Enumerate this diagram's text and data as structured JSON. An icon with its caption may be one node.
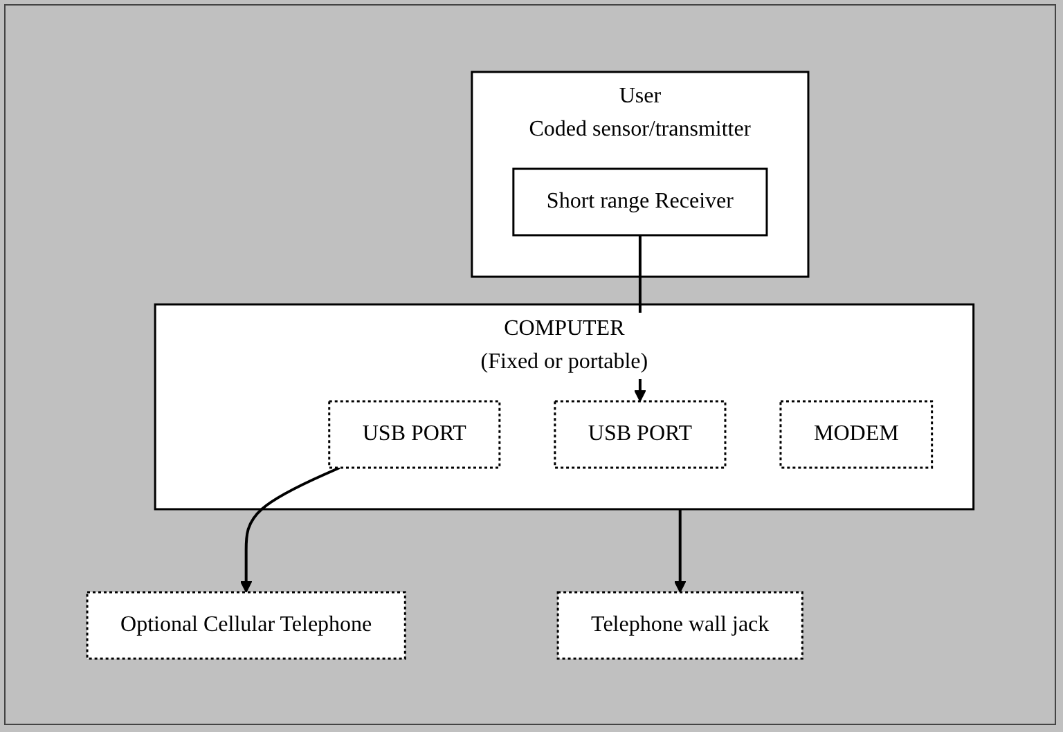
{
  "diagram": {
    "nodes": [
      {
        "text": [
          "Optional Cellular Telephone"
        ]
      },
      {
        "text": [
          "User",
          "Coded sensor/transmitter"
        ]
      },
      {
        "text": [
          "Short range Receiver"
        ],
        "in": 1
      },
      {
        "text": [
          "COMPUTER",
          "(Fixed or portable)"
        ]
      },
      {
        "text": [
          "USB PORT"
        ],
        "in": 3
      },
      {
        "text": [
          "USB PORT"
        ],
        "in": 3
      },
      {
        "text": [
          "MODEM"
        ],
        "in": 3
      },
      {
        "text": [
          "Telephone wall jack"
        ]
      }
    ],
    "edges": [
      {
        "from": 4,
        "to": 0,
        "arrow": "to"
      },
      {
        "from": 2,
        "to": 5,
        "arrow": "to"
      },
      {
        "from": 3,
        "to": 7,
        "arrow": "to"
      }
    ]
  }
}
